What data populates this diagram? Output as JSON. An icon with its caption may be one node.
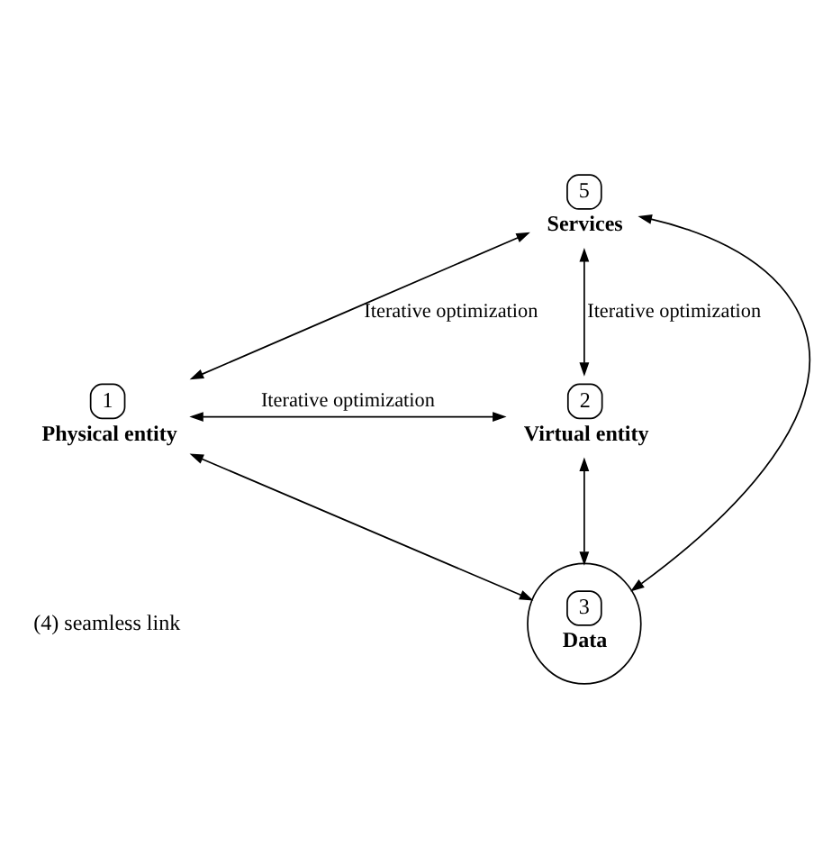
{
  "diagram": {
    "nodes": [
      {
        "text": [
          "5",
          "Services"
        ]
      },
      {
        "text": [
          "3",
          "Data"
        ]
      },
      {
        "text": [
          "1",
          "Physical entity"
        ]
      },
      {
        "text": [
          "2",
          "Virtual entity"
        ]
      }
    ],
    "edges": [
      {
        "from": 0,
        "to": 2,
        "arrow": "both",
        "label": "Iterative optimization"
      },
      {
        "from": 0,
        "to": 3,
        "arrow": "both",
        "label": "Iterative optimization"
      },
      {
        "from": 0,
        "to": 1,
        "arrow": "both"
      },
      {
        "from": 2,
        "to": 1,
        "arrow": "both"
      },
      {
        "from": 3,
        "to": 1,
        "arrow": "both"
      },
      {
        "from": 2,
        "to": 3,
        "arrow": "both",
        "label": "Iterative optimization"
      }
    ],
    "legend": [
      {
        "text": "(4) seamless link"
      }
    ]
  }
}
